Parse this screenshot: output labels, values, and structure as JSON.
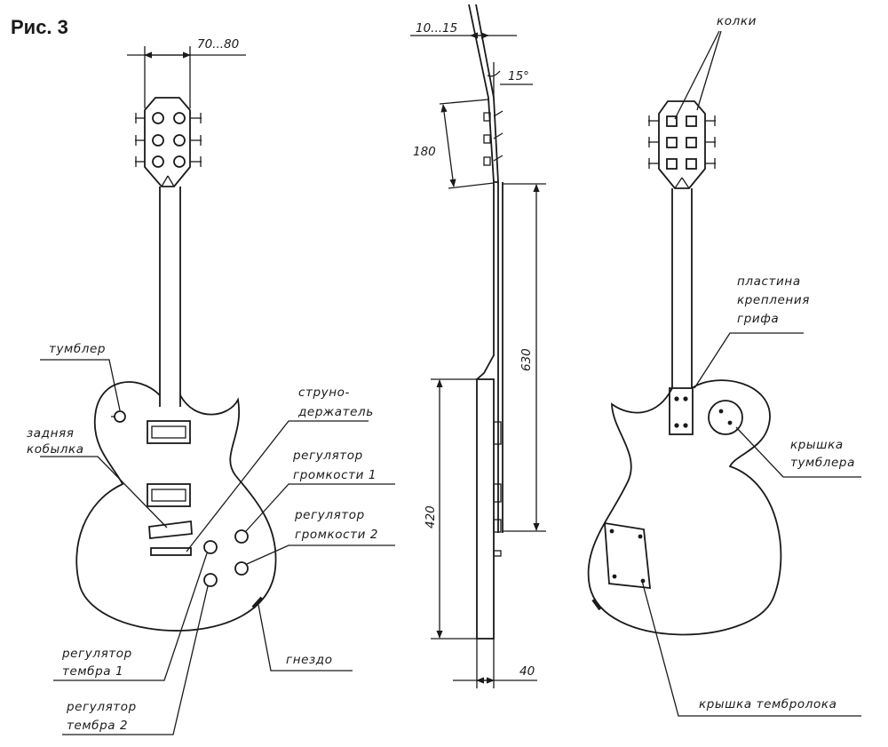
{
  "figure": {
    "title": "Рис. 3",
    "dimensions": {
      "head_width": "70...80",
      "tip_offset": "10...15",
      "head_angle": "15°",
      "head_length": "180",
      "scale_length": "630",
      "body_length": "420",
      "body_thickness": "40"
    },
    "labels": {
      "toggle": "тумблер",
      "rear_pickup": "задняя кобылка",
      "tailpiece": "струно- держатель",
      "volume_1": "регулятор громкости 1",
      "volume_2": "регулятор громкости 2",
      "tone_1": "регулятор тембра 1",
      "tone_2": "регулятор тембра 2",
      "jack": "гнездо",
      "tuners": "колки",
      "neck_plate": "пластина крепления грифа",
      "toggle_cover": "крышка тумблера",
      "tone_block_cover": "крышка тембролока"
    }
  }
}
